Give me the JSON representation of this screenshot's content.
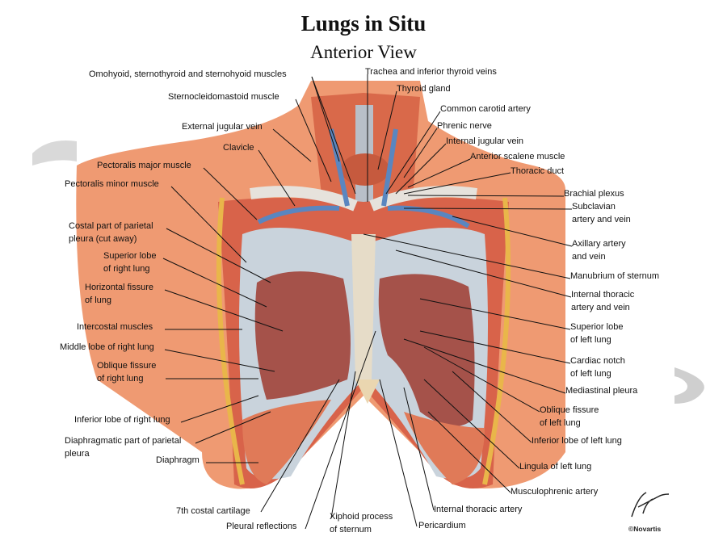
{
  "title": "Lungs in Situ",
  "subtitle": "Anterior View",
  "labels": {
    "omohyoid": "Omohyoid, sternothyroid and sternohyoid muscles",
    "scm": "Sternocleidomastoid muscle",
    "ext_jugular": "External jugular vein",
    "clavicle": "Clavicle",
    "pec_major": "Pectoralis major muscle",
    "pec_minor": "Pectoralis minor muscle",
    "costal_pleura_1": "Costal part of parietal",
    "costal_pleura_2": "pleura (cut away)",
    "sup_right_1": "Superior lobe",
    "sup_right_2": "of right lung",
    "horiz_1": "Horizontal fissure",
    "horiz_2": "of lung",
    "intercostal": "Intercostal muscles",
    "middle_lobe": "Middle lobe of right lung",
    "obl_right_1": "Oblique fissure",
    "obl_right_2": "of right lung",
    "inf_right": "Inferior lobe of right lung",
    "diaph_pleura_1": "Diaphragmatic part of parietal",
    "diaph_pleura_2": "pleura",
    "diaphragm": "Diaphragm",
    "costal_cart": "7th costal cartilage",
    "pleural_refl": "Pleural reflections",
    "xiphoid_1": "Xiphoid process",
    "xiphoid_2": "of sternum",
    "pericardium": "Pericardium",
    "int_thor_artery": "Internal thoracic artery",
    "musculophrenic": "Musculophrenic artery",
    "lingula": "Lingula of left lung",
    "inf_left": "Inferior lobe of left lung",
    "obl_left_1": "Oblique fissure",
    "obl_left_2": "of left lung",
    "mediastinal": "Mediastinal pleura",
    "cardiac_1": "Cardiac notch",
    "cardiac_2": "of left lung",
    "sup_left_1": "Superior lobe",
    "sup_left_2": "of left lung",
    "int_thor_av_1": "Internal thoracic",
    "int_thor_av_2": "artery and vein",
    "manubrium": "Manubrium of sternum",
    "axillary_1": "Axillary artery",
    "axillary_2": "and vein",
    "subclavian_1": "Subclavian",
    "subclavian_2": "artery and vein",
    "brachial": "Brachial plexus",
    "thoracic_duct": "Thoracic duct",
    "ant_scalene": "Anterior scalene muscle",
    "int_jugular": "Internal jugular vein",
    "phrenic": "Phrenic nerve",
    "carotid": "Common carotid artery",
    "thyroid": "Thyroid gland",
    "trachea": "Trachea and inferior thyroid veins"
  },
  "signature": "F. Netter",
  "copyright": "©Novartis",
  "colors": {
    "muscle": "#e8805a",
    "lung": "#a5524a",
    "pleura": "#c9d3dc",
    "vein": "#5a86c0",
    "fat": "#e9b64a"
  }
}
